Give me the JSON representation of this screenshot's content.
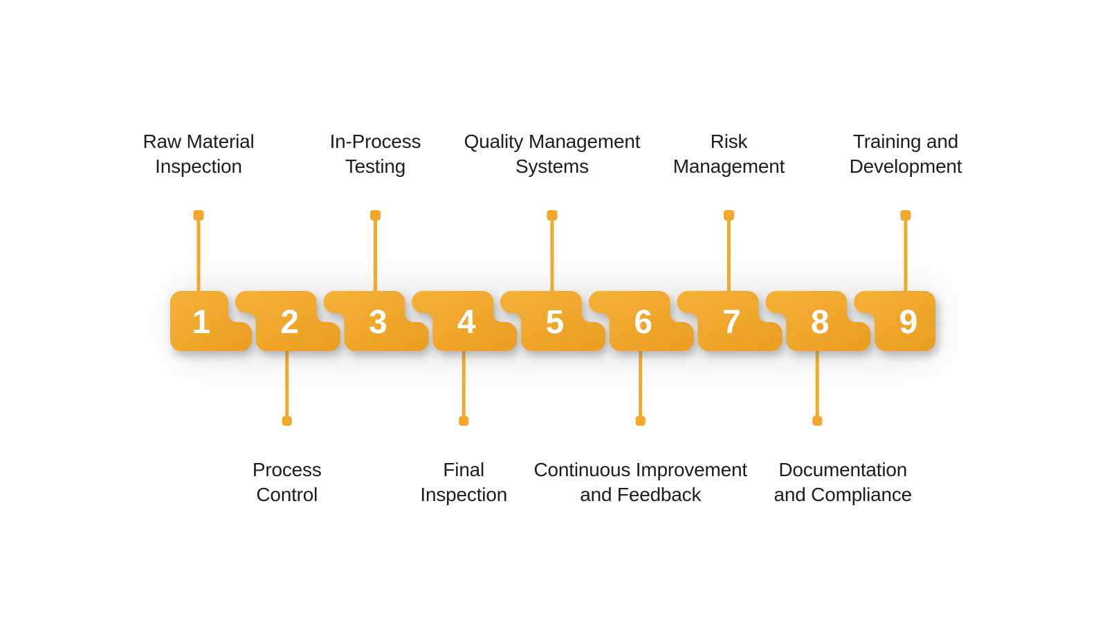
{
  "diagram": {
    "background_color": "#ffffff",
    "block_gradient_start": "#F5B137",
    "block_gradient_end": "#EA9E22",
    "connector_color": "#F2A82B",
    "number_color": "#ffffff",
    "label_color": "#1d1d1f",
    "shadow_color": "#d2d2d2",
    "steps": [
      {
        "number": "1",
        "label": "Raw Material Inspection",
        "label_lines": [
          "Raw Material",
          "Inspection"
        ],
        "label_position": "top"
      },
      {
        "number": "2",
        "label": "Process Control",
        "label_lines": [
          "Process",
          "Control"
        ],
        "label_position": "bottom"
      },
      {
        "number": "3",
        "label": "In-Process Testing",
        "label_lines": [
          "In-Process",
          "Testing"
        ],
        "label_position": "top"
      },
      {
        "number": "4",
        "label": "Final Inspection",
        "label_lines": [
          "Final",
          "Inspection"
        ],
        "label_position": "bottom"
      },
      {
        "number": "5",
        "label": "Quality Management Systems",
        "label_lines": [
          "Quality Management",
          "Systems"
        ],
        "label_position": "top"
      },
      {
        "number": "6",
        "label": "Continuous Improvement and Feedback",
        "label_lines": [
          "Continuous Improvement",
          "and Feedback"
        ],
        "label_position": "bottom"
      },
      {
        "number": "7",
        "label": "Risk Management",
        "label_lines": [
          "Risk",
          "Management"
        ],
        "label_position": "top"
      },
      {
        "number": "8",
        "label": "Documentation and Compliance",
        "label_lines": [
          "Documentation",
          "and Compliance"
        ],
        "label_position": "bottom"
      },
      {
        "number": "9",
        "label": "Training and Development",
        "label_lines": [
          "Training and",
          "Development"
        ],
        "label_position": "top"
      }
    ]
  }
}
